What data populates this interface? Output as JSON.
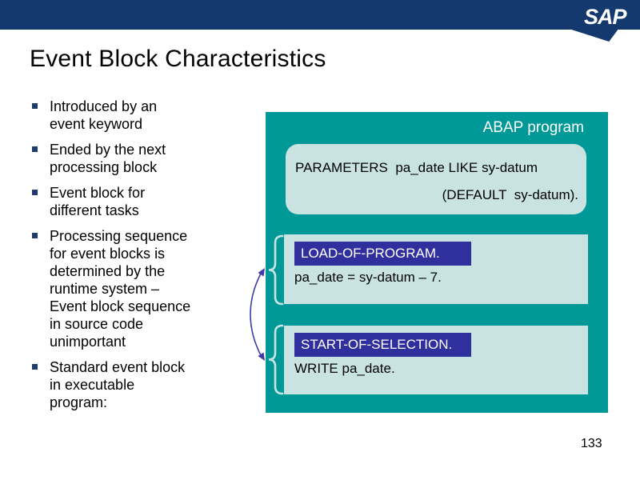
{
  "header": {
    "logo_text": "SAP"
  },
  "slide": {
    "title": "Event Block Characteristics",
    "page_number": "133"
  },
  "bullets": {
    "items": [
      {
        "text": "Introduced by an\nevent keyword"
      },
      {
        "text": "Ended by the next\nprocessing block"
      },
      {
        "text": "Event block for\ndifferent tasks"
      },
      {
        "text": "Processing sequence\nfor event blocks is\ndetermined by the\nruntime system –\nEvent block sequence\nin source code\nunimportant"
      },
      {
        "text": "Standard event block\nin executable\nprogram:"
      }
    ]
  },
  "diagram": {
    "panel_title": "ABAP program",
    "blocks": [
      {
        "name": "parameters",
        "lines": [
          "PARAMETERS  pa_date LIKE sy-datum",
          "(DEFAULT  sy-datum)."
        ]
      },
      {
        "name": "load-of-program",
        "keyword": "LOAD-OF-PROGRAM.",
        "code": "pa_date = sy-datum – 7."
      },
      {
        "name": "start-of-selection",
        "keyword": "START-OF-SELECTION.",
        "code": "WRITE pa_date."
      }
    ]
  },
  "colors": {
    "header_navy": "#14396F",
    "panel_teal": "#009997",
    "block_light_cyan": "#C9E3E2",
    "keyword_indigo": "#2F2F9D",
    "arrow_blue": "#3C3CA8",
    "bullet_navy": "#1F3A6E"
  }
}
